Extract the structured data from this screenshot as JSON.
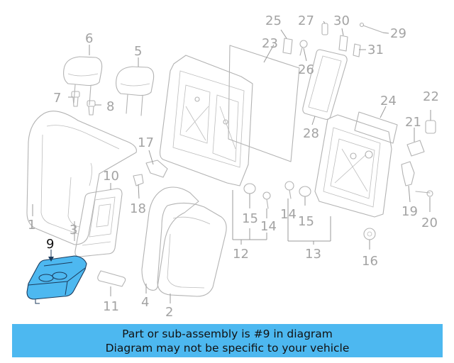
{
  "callouts": {
    "c1": "1",
    "c2": "2",
    "c3": "3",
    "c4": "4",
    "c5": "5",
    "c6": "6",
    "c7": "7",
    "c8": "8",
    "c9": "9",
    "c10": "10",
    "c11": "11",
    "c12": "12",
    "c13": "13",
    "c14a": "14",
    "c14b": "14",
    "c15a": "15",
    "c15b": "15",
    "c16": "16",
    "c17": "17",
    "c18": "18",
    "c19": "19",
    "c20": "20",
    "c21": "21",
    "c22": "22",
    "c23": "23",
    "c24": "24",
    "c25": "25",
    "c26": "26",
    "c27": "27",
    "c28": "28",
    "c29": "29",
    "c30": "30",
    "c31": "31"
  },
  "highlight": {
    "part_number": "9",
    "color": "#4db8f0"
  },
  "banner": {
    "line1": "Part or sub-assembly is #9 in diagram",
    "line2": "Diagram may not be specific to your vehicle"
  }
}
